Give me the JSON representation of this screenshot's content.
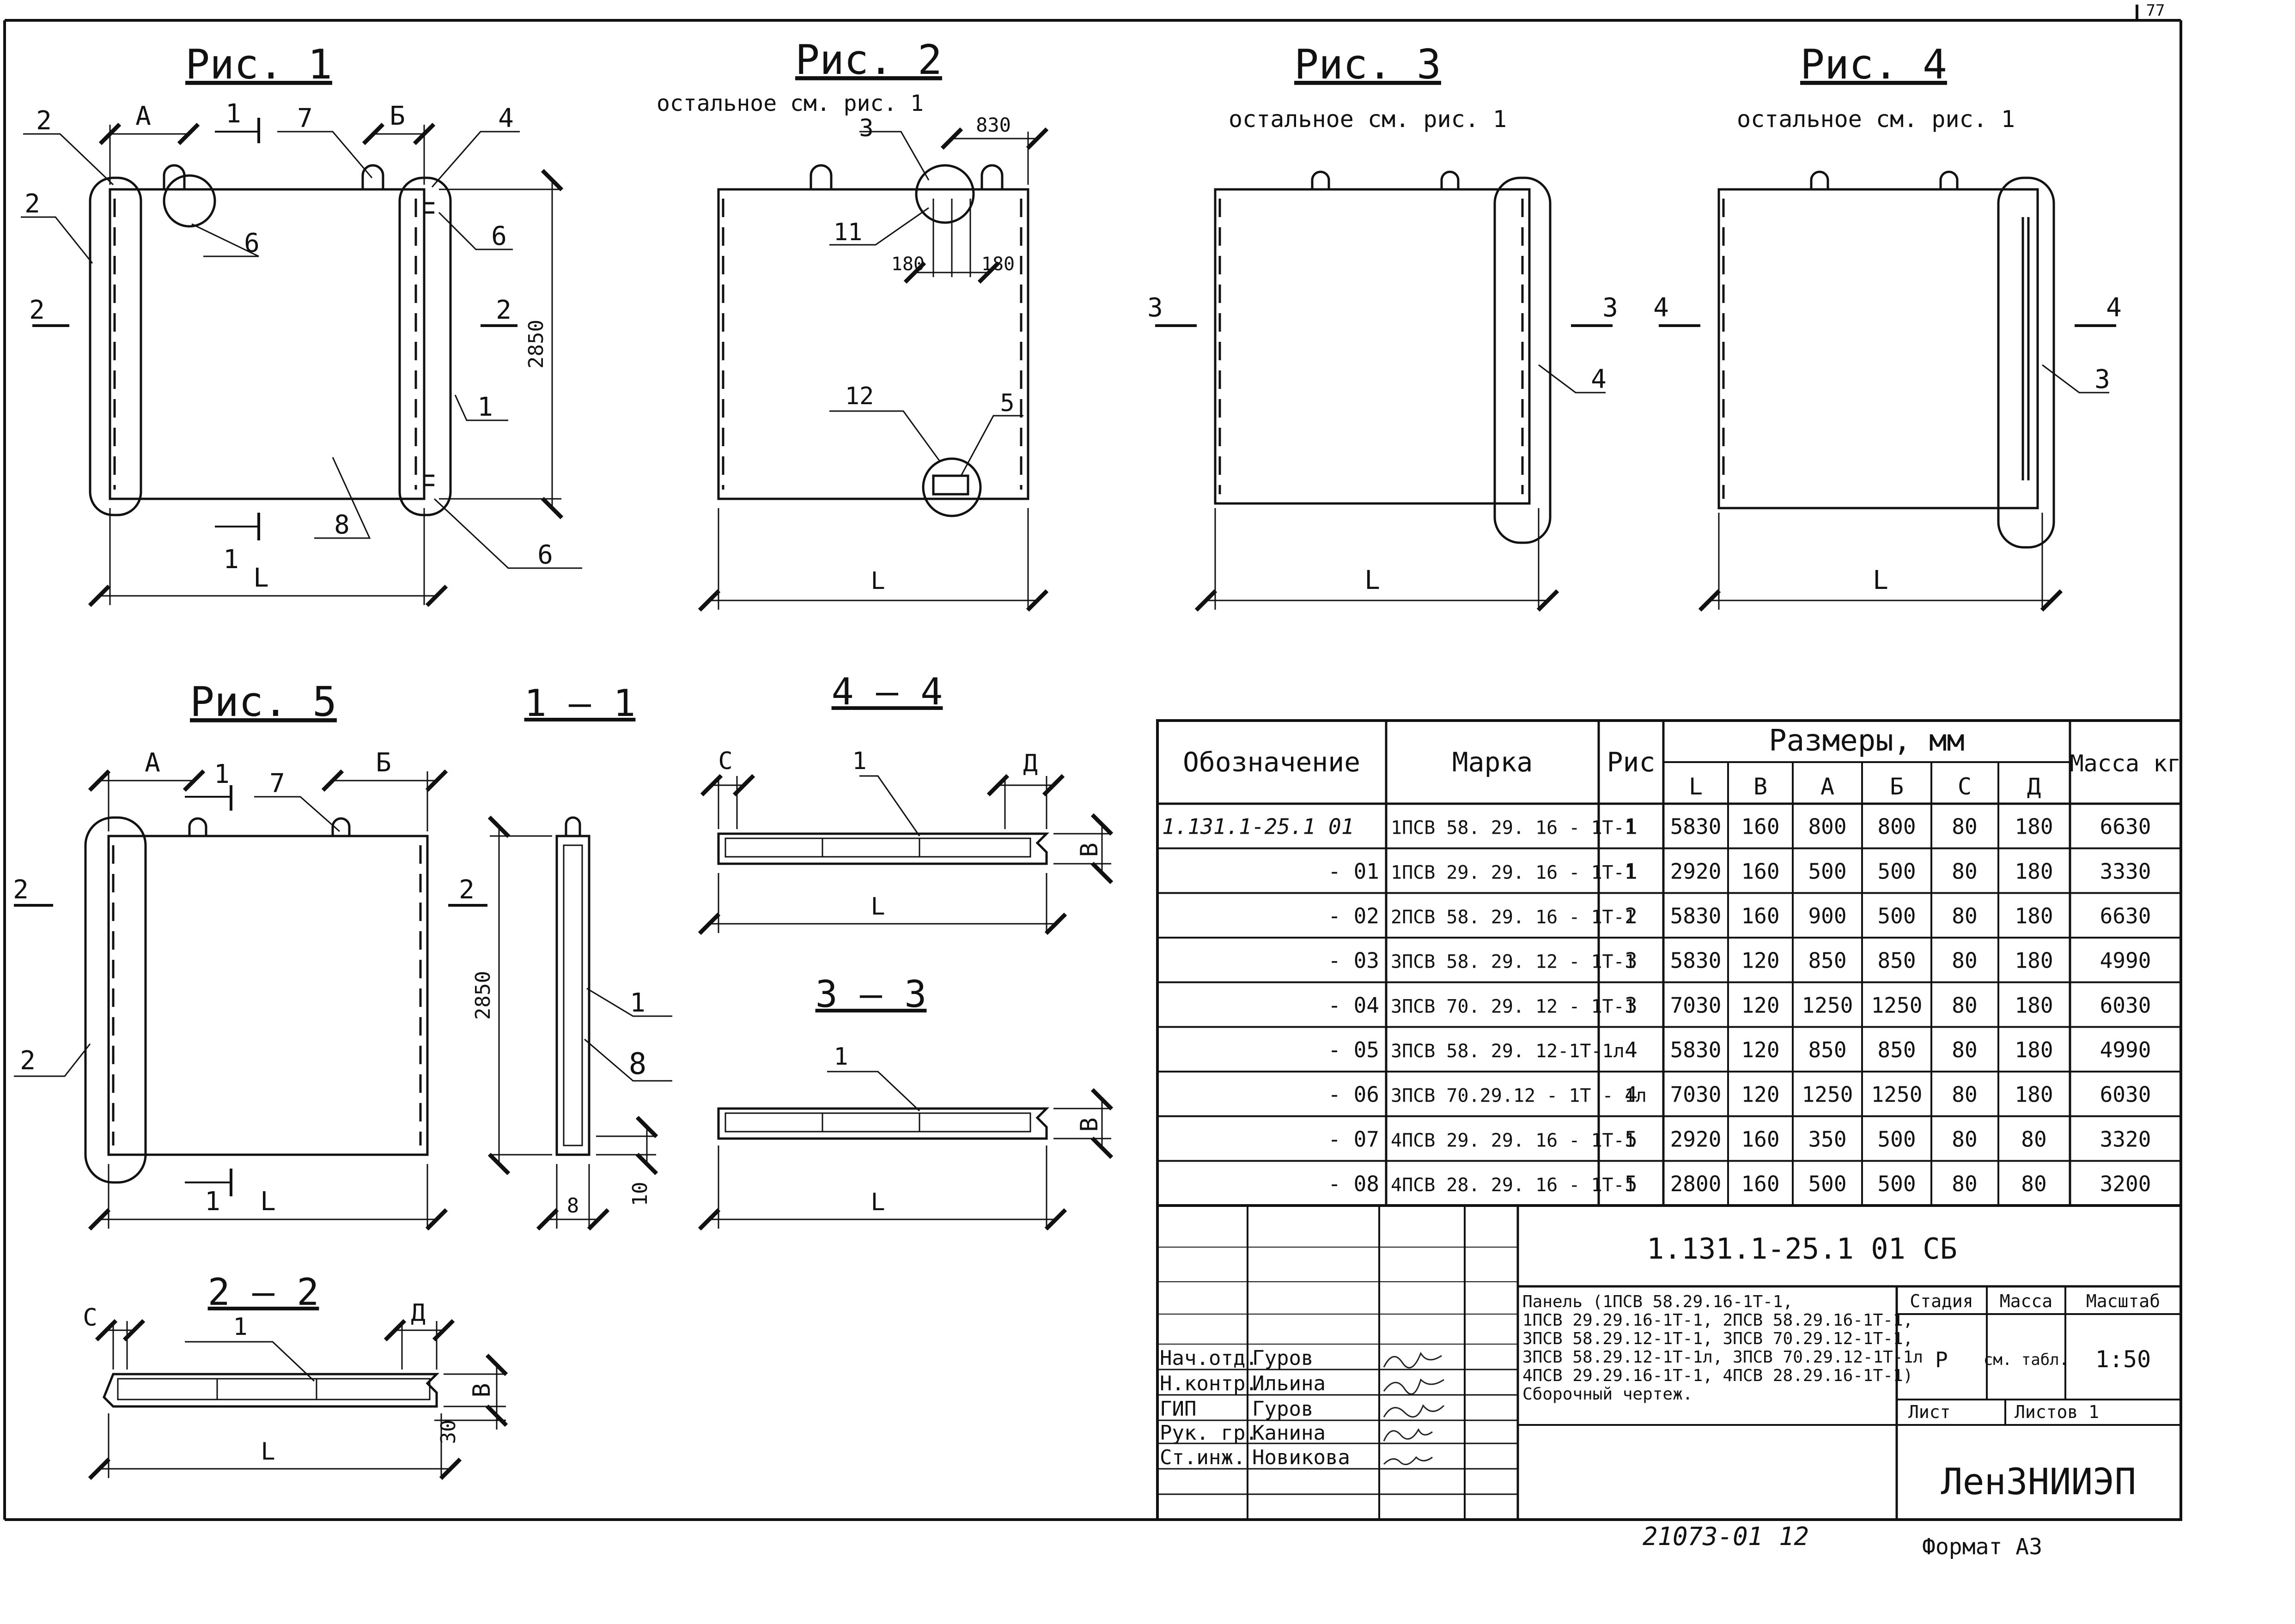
{
  "sheet": {
    "page_number": "77",
    "doc_code": "1.131.1-25.1  01 СБ",
    "archive_no": "21073-01",
    "sheet_ref": "12",
    "format": "Формат А3"
  },
  "figures": {
    "fig1": {
      "title": "Рис. 1"
    },
    "fig2": {
      "title": "Рис. 2",
      "note": "остальное  см.  рис. 1"
    },
    "fig3": {
      "title": "Рис. 3",
      "note": "остальное  см.  рис. 1"
    },
    "fig4": {
      "title": "Рис. 4",
      "note": "остальное  см.  рис. 1"
    },
    "fig5": {
      "title": "Рис. 5"
    },
    "sec11": {
      "title": "1 — 1"
    },
    "sec44": {
      "title": "4 — 4"
    },
    "sec33": {
      "title": "3 — 3"
    },
    "sec22": {
      "title": "2 — 2"
    }
  },
  "dims": {
    "L": "L",
    "A": "А",
    "B": "Б",
    "V": "В",
    "S": "С",
    "D": "Д",
    "h2850": "2850",
    "w830": "830",
    "w180": "180",
    "t10": "10",
    "t8": "8",
    "t30": "30"
  },
  "callouts": {
    "c1": "1",
    "c2": "2",
    "c3": "3",
    "c4": "4",
    "c5": "5",
    "c6": "6",
    "c7": "7",
    "c8": "8",
    "c11": "11",
    "c12": "12"
  },
  "table": {
    "headers": {
      "designation": "Обозначение",
      "mark": "Марка",
      "fig": "Рис",
      "dims": "Размеры, мм",
      "mass": "Масса кг",
      "sub": [
        "L",
        "В",
        "А",
        "Б",
        "С",
        "Д"
      ]
    },
    "rows": [
      {
        "d": "1.131.1-25.1  01",
        "m": "1ПСВ 58. 29. 16 - 1Т-1",
        "f": "1",
        "v": [
          "5830",
          "160",
          "800",
          "800",
          "80",
          "180"
        ],
        "kg": "6630"
      },
      {
        "d": "- 01",
        "m": "1ПСВ 29. 29. 16 - 1Т-1",
        "f": "1",
        "v": [
          "2920",
          "160",
          "500",
          "500",
          "80",
          "180"
        ],
        "kg": "3330"
      },
      {
        "d": "- 02",
        "m": "2ПСВ 58. 29. 16 - 1Т-1",
        "f": "2",
        "v": [
          "5830",
          "160",
          "900",
          "500",
          "80",
          "180"
        ],
        "kg": "6630"
      },
      {
        "d": "- 03",
        "m": "3ПСВ 58. 29. 12 - 1Т-1",
        "f": "3",
        "v": [
          "5830",
          "120",
          "850",
          "850",
          "80",
          "180"
        ],
        "kg": "4990"
      },
      {
        "d": "- 04",
        "m": "3ПСВ 70. 29. 12 - 1Т-1",
        "f": "3",
        "v": [
          "7030",
          "120",
          "1250",
          "1250",
          "80",
          "180"
        ],
        "kg": "6030"
      },
      {
        "d": "- 05",
        "m": "3ПСВ 58. 29. 12-1Т-1л",
        "f": "4",
        "v": [
          "5830",
          "120",
          "850",
          "850",
          "80",
          "180"
        ],
        "kg": "4990"
      },
      {
        "d": "- 06",
        "m": "3ПСВ 70.29.12 - 1Т - 1л",
        "f": "4",
        "v": [
          "7030",
          "120",
          "1250",
          "1250",
          "80",
          "180"
        ],
        "kg": "6030"
      },
      {
        "d": "- 07",
        "m": "4ПСВ 29. 29. 16 - 1Т-1",
        "f": "5",
        "v": [
          "2920",
          "160",
          "350",
          "500",
          "80",
          "80"
        ],
        "kg": "3320"
      },
      {
        "d": "- 08",
        "m": "4ПСВ 28. 29. 16 - 1Т-1",
        "f": "5",
        "v": [
          "2800",
          "160",
          "500",
          "500",
          "80",
          "80"
        ],
        "kg": "3200"
      }
    ]
  },
  "stamp": {
    "people": [
      {
        "role": "Нач.отд.",
        "name": "Гуров"
      },
      {
        "role": "Н.контр.",
        "name": "Ильина"
      },
      {
        "role": "ГИП",
        "name": "Гуров"
      },
      {
        "role": "Рук. гр.",
        "name": "Канина"
      },
      {
        "role": "Ст.инж.",
        "name": "Новикова"
      }
    ],
    "title_lines": [
      "Панель (1ПСВ 58.29.16-1Т-1,",
      "1ПСВ 29.29.16-1Т-1, 2ПСВ 58.29.16-1Т-1,",
      "3ПСВ 58.29.12-1Т-1, 3ПСВ 70.29.12-1Т-1,",
      "3ПСВ 58.29.12-1Т-1л, 3ПСВ 70.29.12-1Т-1л",
      "4ПСВ 29.29.16-1Т-1, 4ПСВ 28.29.16-1Т-1)",
      "Сборочный чертеж."
    ],
    "stage_label": "Стадия",
    "mass_label": "Масса",
    "scale_label": "Масштаб",
    "stage": "Р",
    "mass_value": "см. табл.",
    "scale": "1:50",
    "sheet_label": "Лист",
    "sheets_label": "Листов 1",
    "org": "ЛенЗНИИЭП"
  }
}
